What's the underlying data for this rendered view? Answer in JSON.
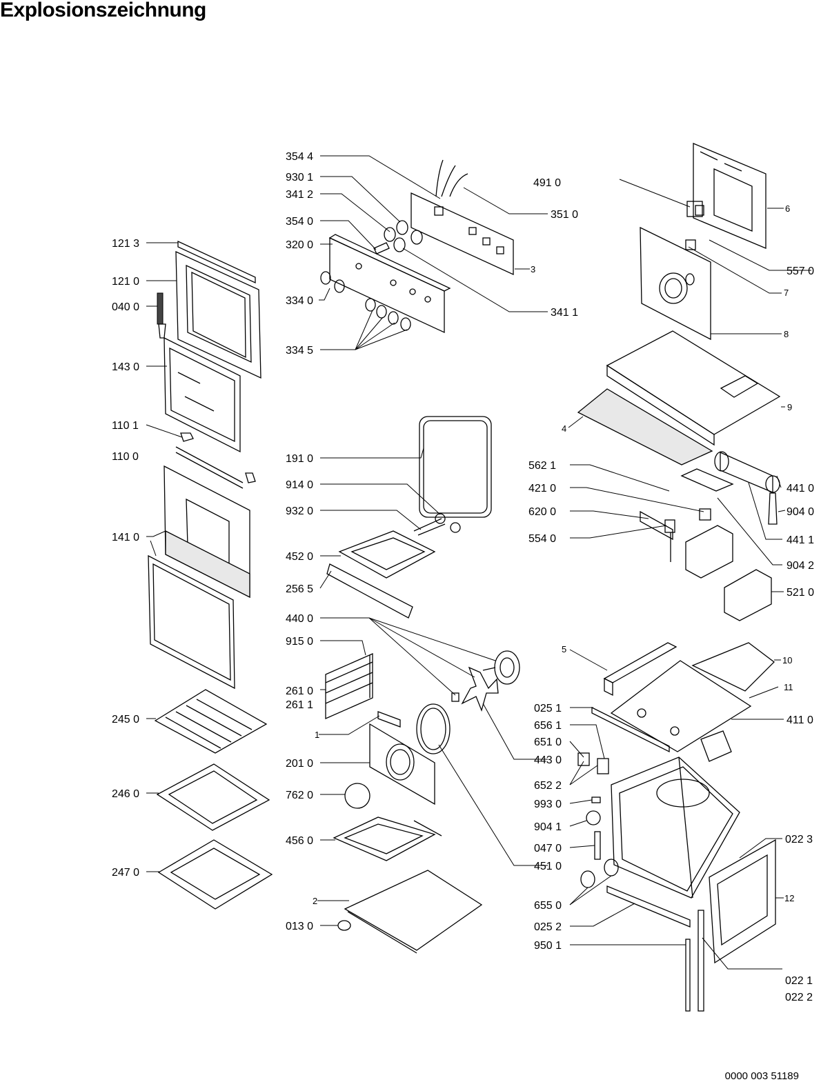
{
  "page": {
    "title": "Explosionszeichnung",
    "document_number": "0000 003 51189"
  },
  "part_labels": {
    "p3544": "354 4",
    "p9301": "930 1",
    "p3412": "341 2",
    "p3540": "354 0",
    "p3200": "320 0",
    "p3340": "334 0",
    "p3345": "334 5",
    "p4910": "491 0",
    "p3510": "351 0",
    "p3": "3",
    "p3411": "341 1",
    "p6": "6",
    "p5570": "557 0",
    "p7": "7",
    "p8": "8",
    "p9": "9",
    "p4": "4",
    "p1213": "121 3",
    "p1210": "121 0",
    "p0400": "040 0",
    "p1430": "143 0",
    "p1101": "110 1",
    "p1100": "110 0",
    "p1410": "141 0",
    "p2450": "245 0",
    "p2460": "246 0",
    "p2470": "247 0",
    "p1910": "191 0",
    "p9140": "914 0",
    "p9320": "932 0",
    "p4520": "452 0",
    "p2565": "256 5",
    "p4400": "440 0",
    "p9150": "915 0",
    "p2610": "261 0",
    "p2611": "261 1",
    "p1": "1",
    "p2010": "201 0",
    "p7620": "762 0",
    "p4560": "456 0",
    "p2": "2",
    "p0130": "013 0",
    "p4430": "443 0",
    "p4510": "451 0",
    "p5621": "562 1",
    "p4210": "421 0",
    "p6200": "620 0",
    "p5540": "554 0",
    "p4410": "441 0",
    "p9040": "904 0",
    "p4411": "441 1",
    "p9042": "904 2",
    "p5210": "521 0",
    "p5": "5",
    "p10": "10",
    "p11": "11",
    "p0251": "025 1",
    "p6561": "656 1",
    "p6510": "651 0",
    "p6522": "652 2",
    "p4110": "411 0",
    "p9930": "993 0",
    "p9041": "904 1",
    "p0470": "047 0",
    "p0223": "022 3",
    "p6550": "655 0",
    "p0252": "025 2",
    "p12": "12",
    "p9501": "950 1",
    "p0221": "022 1",
    "p0222": "022 2"
  }
}
